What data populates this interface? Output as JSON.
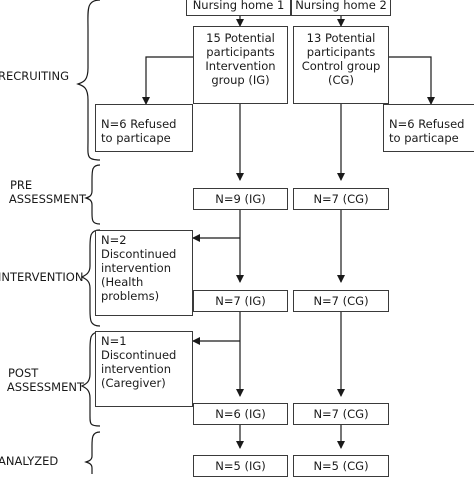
{
  "phases": {
    "recruiting": "RECRUITING",
    "pre_assessment": [
      "PRE",
      "ASSESSMENT"
    ],
    "intervention": "INTERVENTION",
    "post_assessment": [
      "POST",
      "ASSESSMENT"
    ],
    "analyzed": "ANALYZED"
  },
  "homes": {
    "home1": "Nursing home 1",
    "home2": "Nursing home 2"
  },
  "participants": {
    "ig": [
      "15 Potential",
      "participants",
      "Intervention",
      "group (IG)"
    ],
    "cg": [
      "13 Potential",
      "participants",
      "Control group",
      "(CG)"
    ]
  },
  "refused": {
    "ig": [
      "N=6 Refused",
      "to particape"
    ],
    "cg": [
      "N=6 Refused",
      "to particape"
    ]
  },
  "pre": {
    "ig": "N=9 (IG)",
    "cg": "N=7 (CG)"
  },
  "discontinued1": [
    "N=2",
    "Discontinued",
    "intervention",
    "(Health",
    "problems)"
  ],
  "intervention": {
    "ig": "N=7 (IG)",
    "cg": "N=7 (CG)"
  },
  "discontinued2": [
    "N=1",
    "Discontinued",
    "intervention",
    "(Caregiver)"
  ],
  "post": {
    "ig": "N=6 (IG)",
    "cg": "N=7 (CG)"
  },
  "analyzed": {
    "ig": "N=5 (IG)",
    "cg": "N=5 (CG)"
  }
}
